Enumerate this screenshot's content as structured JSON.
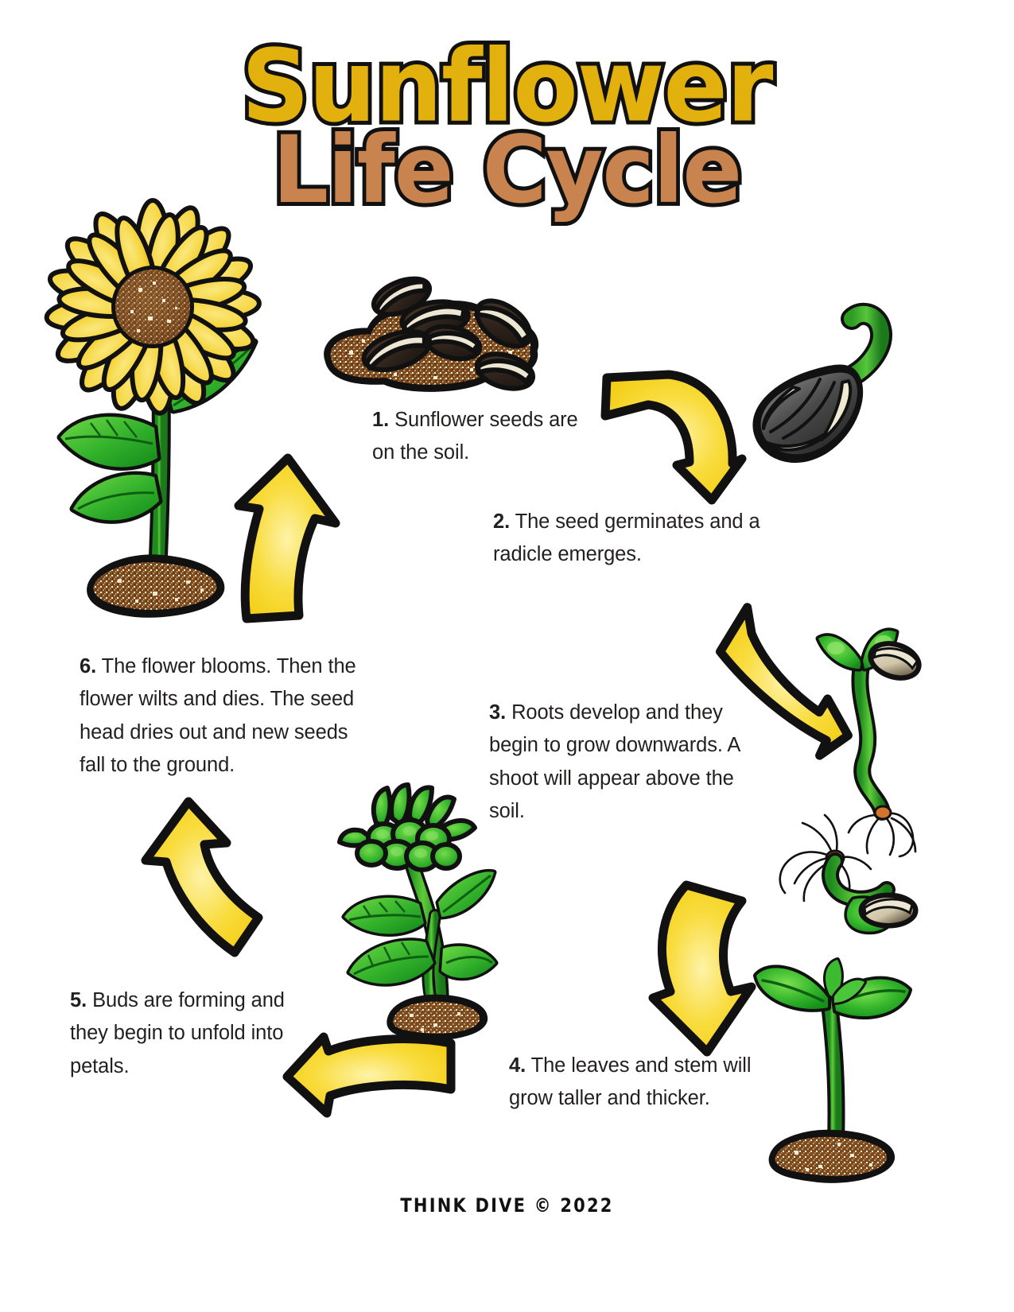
{
  "title": {
    "line1": "Sunflower",
    "line2": "Life Cycle",
    "line1_color": "#e2b10d",
    "line2_color": "#c9834e",
    "outline_color": "#111111"
  },
  "footer": {
    "text": "THINK DIVE ©  2022"
  },
  "palette": {
    "arrow_fill": "#F7D833",
    "arrow_highlight": "#FEF08A",
    "arrow_outline": "#111111",
    "petal_light": "#F7DC4E",
    "petal_dark": "#E3B316",
    "leaf_light": "#5FD13C",
    "leaf_dark": "#1F8A1F",
    "stem_green": "#3CB22E",
    "soil_brown": "#7A4A22",
    "soil_dark": "#4A2A10",
    "seed_dark": "#2E231C",
    "seed_cream": "#EDE6D2"
  },
  "steps": [
    {
      "number": "1.",
      "text": "Sunflower seeds are on the soil.",
      "illustration": "seeds-on-soil"
    },
    {
      "number": "2.",
      "text": "The seed germinates and a radicle emerges.",
      "illustration": "germinating-seed"
    },
    {
      "number": "3.",
      "text": "Roots develop and they begin to grow downwards. A shoot will appear above the soil.",
      "illustration": "rooting-seedling"
    },
    {
      "number": "4.",
      "text": "The leaves and stem will grow taller and thicker.",
      "illustration": "young-seedling"
    },
    {
      "number": "5.",
      "text": "Buds are forming and they begin to unfold into petals.",
      "illustration": "budding-plant"
    },
    {
      "number": "6.",
      "text": "The flower blooms. Then the flower wilts and dies. The seed head dries out and new  seeds fall to the ground.",
      "illustration": "blooming-sunflower"
    }
  ],
  "arrows": [
    {
      "id": "arrow-1",
      "direction": "right-down",
      "from_step": 1,
      "to_step": 2
    },
    {
      "id": "arrow-2",
      "direction": "down-right",
      "from_step": 2,
      "to_step": 3
    },
    {
      "id": "arrow-3",
      "direction": "down",
      "from_step": 3,
      "to_step": 4
    },
    {
      "id": "arrow-4",
      "direction": "left",
      "from_step": 4,
      "to_step": 5
    },
    {
      "id": "arrow-5",
      "direction": "up-left",
      "from_step": 5,
      "to_step": 6
    },
    {
      "id": "arrow-6",
      "direction": "up",
      "from_step": 6,
      "to_step": 1
    }
  ]
}
